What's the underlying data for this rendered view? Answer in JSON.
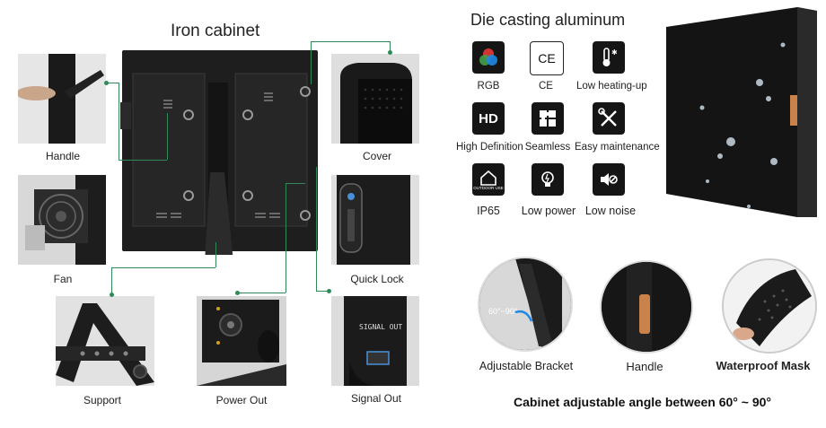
{
  "left": {
    "title": "Iron cabinet",
    "labels": {
      "handle": "Handle",
      "fan": "Fan",
      "support": "Support",
      "power_out": "Power Out",
      "cover": "Cover",
      "quick_lock": "Quick Lock",
      "signal_out": "Signal Out"
    },
    "signal_out_plate": "SIGNAL OUT"
  },
  "right": {
    "title": "Die casting aluminum",
    "features": [
      {
        "label": "RGB",
        "icon": "rgb-icon"
      },
      {
        "label": "CE",
        "icon": "ce-icon",
        "glyph": "CE"
      },
      {
        "label": "Low heating-up",
        "icon": "thermometer-icon"
      },
      {
        "label": "High Definition",
        "icon": "hd-icon",
        "glyph": "HD"
      },
      {
        "label": "Seamless",
        "icon": "puzzle-icon"
      },
      {
        "label": "Easy maintenance",
        "icon": "tools-icon"
      },
      {
        "label": "IP65",
        "icon": "house-icon",
        "glyph": "OUTDOOR USE"
      },
      {
        "label": "Low power",
        "icon": "bulb-icon"
      },
      {
        "label": "Low noise",
        "icon": "mute-icon"
      }
    ],
    "circles": {
      "bracket": "Adjustable Bracket",
      "bracket_angle": "60°~90°",
      "handle": "Handle",
      "mask": "Waterproof Mask"
    },
    "caption": "Cabinet adjustable angle between 60° ~ 90°"
  },
  "colors": {
    "accent_green": "#2e8b57",
    "rgb_red": "#e53935",
    "rgb_green": "#43a047",
    "rgb_blue": "#1e88e5",
    "copper": "#c8824a"
  }
}
